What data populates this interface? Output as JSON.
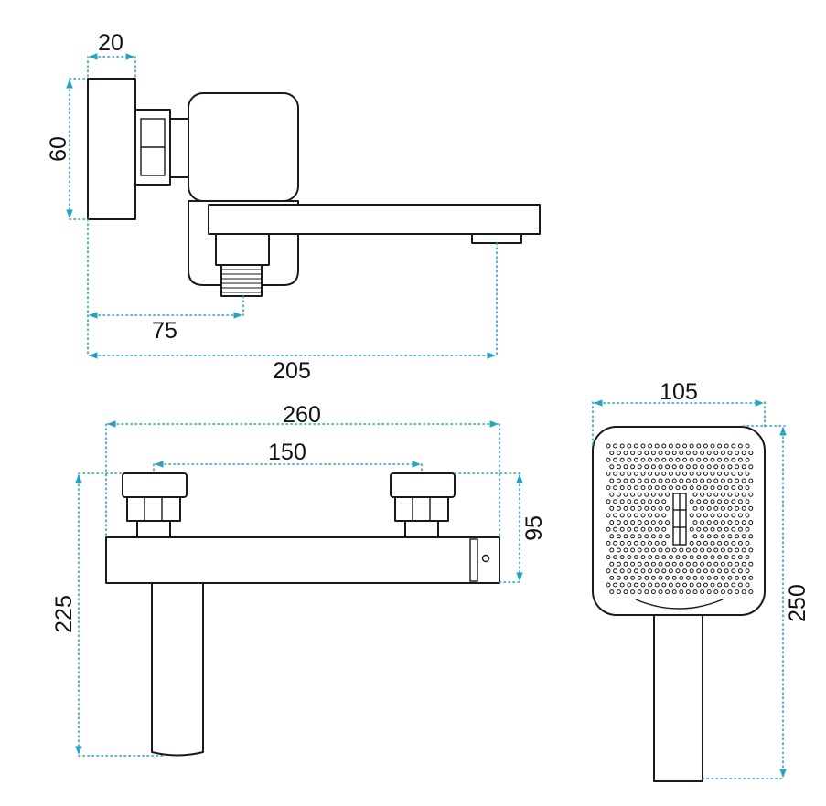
{
  "dimensions": {
    "side_depth": "20",
    "side_height": "60",
    "side_inlet": "75",
    "side_spout": "205",
    "front_width": "260",
    "front_centers": "150",
    "front_height": "95",
    "front_total": "225",
    "head_width": "105",
    "head_length": "250"
  },
  "colors": {
    "outline": "#1a1a1a",
    "dimension": "#2aa1c3"
  }
}
